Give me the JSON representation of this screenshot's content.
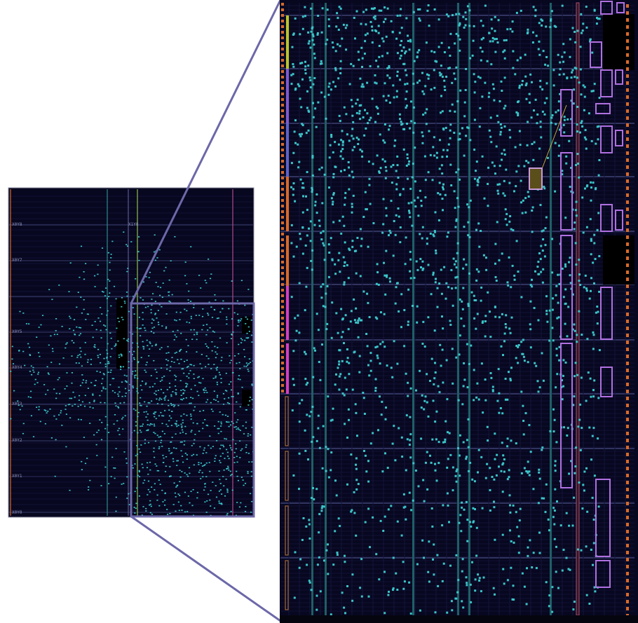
{
  "overview": {
    "region_labels": [
      "X0Y8",
      "X1Y8",
      "X0Y7",
      "X0Y5",
      "X0Y4",
      "X0Y3",
      "X0Y2",
      "X0Y1",
      "X0Y0"
    ]
  },
  "colors": {
    "background": "#070720",
    "grid": "#1c1f4a",
    "cell": "#3bc4c8",
    "callout": "#6c68a8",
    "hard_block": "#b070e0",
    "io_orange": "#d76a2a",
    "clock_magenta": "#d43fc0",
    "clock_green": "#b9c52a",
    "clock_violet": "#7f5ad0",
    "highlight_gold": "#c8a83a"
  }
}
